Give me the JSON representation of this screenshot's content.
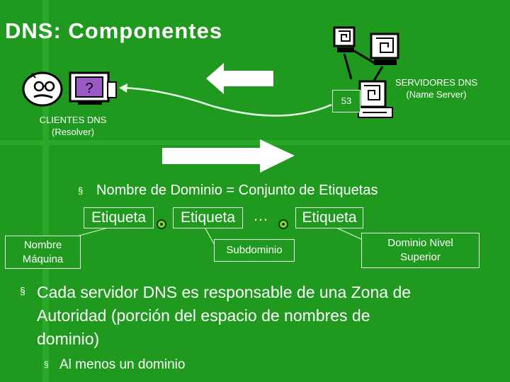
{
  "slide": {
    "title": "DNS: Componentes",
    "clients": {
      "line1": "CLIENTES DNS",
      "line2": "(Resolver)"
    },
    "servers": {
      "line1": "SERVIDORES DNS",
      "line2": "(Name Server)"
    },
    "port": "53",
    "domain_bullet": "Nombre de Dominio = Conjunto de Etiquetas",
    "labels": [
      "Etiqueta",
      "Etiqueta",
      "Etiqueta"
    ],
    "ellipsis": "…",
    "notes": {
      "machine": {
        "line1": "Nombre",
        "line2": "Máquina"
      },
      "subdomain": "Subdominio",
      "top_level": {
        "line1": "Dominio Nivel",
        "line2": "Superior"
      }
    },
    "bullet_main": {
      "line1": "Cada servidor DNS es responsable de una Zona de",
      "line2": "Autoridad (porción del espacio de nombres de",
      "line3": "dominio)"
    },
    "bullet_sub": "Al menos un dominio",
    "bullet_mark": "§"
  },
  "colors": {
    "background": "#1f9a1f",
    "text": "#ffffff",
    "accent": "#8fd04a"
  },
  "icons": [
    "person-icon",
    "computer-question-icon",
    "computer-icon",
    "server-tower-icon",
    "arrow-left-icon",
    "arrow-right-icon"
  ]
}
